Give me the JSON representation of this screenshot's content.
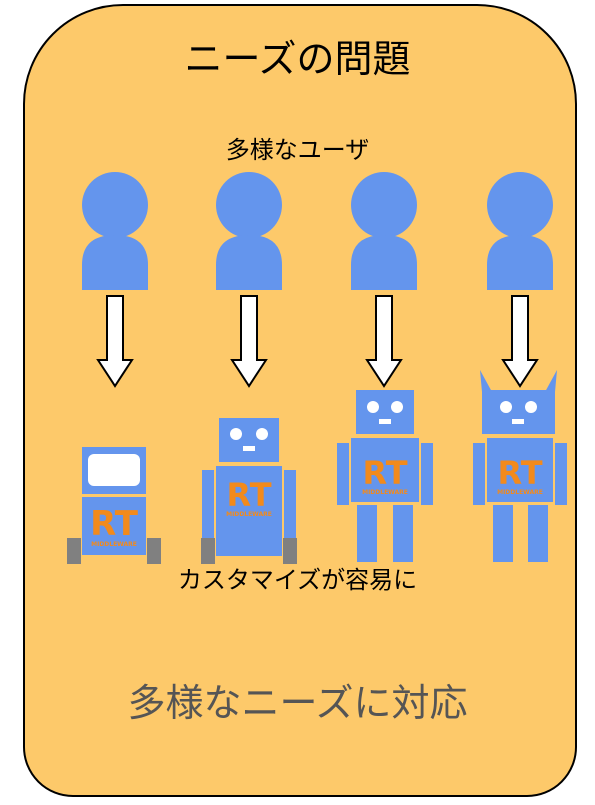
{
  "title": "ニーズの問題",
  "users_label": "多様なユーザ",
  "custom_label": "カスタマイズが容易に",
  "bottom_label": "多様なニーズに対応",
  "robot_logo": "RT",
  "robot_logo_sub": "MIDDLEWARE",
  "colors": {
    "background": "#fdc96a",
    "figure": "#6495ed",
    "robot_accent": "#f28a1c",
    "wheel": "#808080"
  },
  "icons": [
    "person-icon",
    "down-arrow-icon",
    "robot-icon"
  ]
}
